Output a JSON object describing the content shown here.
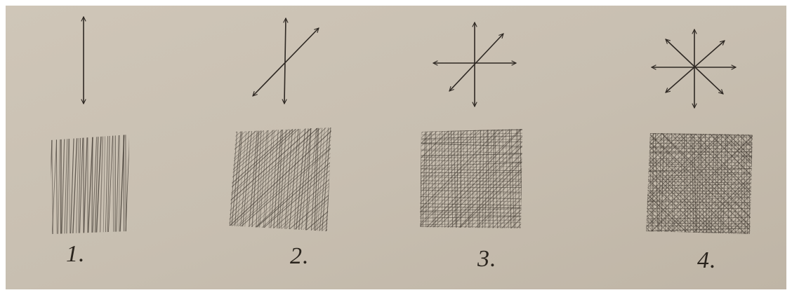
{
  "background_color": "#c9c0b2",
  "ink_color": "#2e2823",
  "figures": [
    {
      "label": "1.",
      "arrow_icon": "vertical-double-arrow-icon",
      "texture": "parallel-vertical-hatching"
    },
    {
      "label": "2.",
      "arrow_icon": "two-direction-arrows-icon",
      "texture": "two-direction-crosshatching"
    },
    {
      "label": "3.",
      "arrow_icon": "three-direction-arrows-icon",
      "texture": "three-direction-crosshatching"
    },
    {
      "label": "4.",
      "arrow_icon": "four-direction-arrows-icon",
      "texture": "four-direction-crosshatching"
    }
  ]
}
